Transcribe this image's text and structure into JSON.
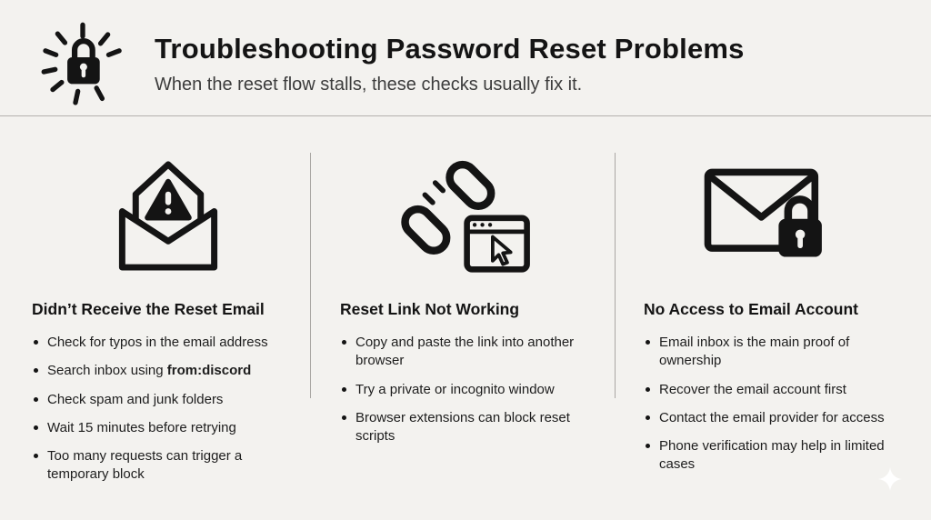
{
  "header": {
    "title": "Troubleshooting Password Reset Problems",
    "subtitle": "When the reset flow stalls, these checks usually fix it.",
    "icon": "lock-burst-icon"
  },
  "columns": [
    {
      "icon": "envelope-warning-icon",
      "heading": "Didn’t Receive the Reset Email",
      "bullets": [
        {
          "text": "Check for typos in the email address",
          "bold": ""
        },
        {
          "text": "Search inbox using ",
          "bold": "from:discord"
        },
        {
          "text": "Check spam and junk folders",
          "bold": ""
        },
        {
          "text": "Wait 15 minutes before retrying",
          "bold": ""
        },
        {
          "text": "Too many requests can trigger a temporary block",
          "bold": ""
        }
      ]
    },
    {
      "icon": "broken-link-browser-icon",
      "heading": "Reset Link Not Working",
      "bullets": [
        {
          "text": "Copy and paste the link into another browser",
          "bold": ""
        },
        {
          "text": "Try a private or incognito window",
          "bold": ""
        },
        {
          "text": "Browser extensions can block reset scripts",
          "bold": ""
        }
      ]
    },
    {
      "icon": "envelope-lock-icon",
      "heading": "No Access to Email Account",
      "bullets": [
        {
          "text": "Email inbox is the main proof of ownership",
          "bold": ""
        },
        {
          "text": "Recover the email account first",
          "bold": ""
        },
        {
          "text": "Contact the email provider for access",
          "bold": ""
        },
        {
          "text": "Phone verification may help in limited cases",
          "bold": ""
        }
      ]
    }
  ],
  "colors": {
    "background": "#f3f2ef",
    "text": "#141414",
    "subtitle": "#3c3c3c",
    "divider": "#a9a7a3"
  }
}
